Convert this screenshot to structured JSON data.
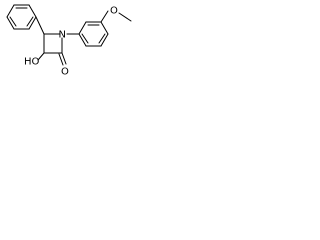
{
  "molecule": {
    "atoms": {
      "nitrogen": "N",
      "hydroxyl": "HO",
      "carbonyl_oxygen": "O",
      "methoxy": "O"
    }
  }
}
